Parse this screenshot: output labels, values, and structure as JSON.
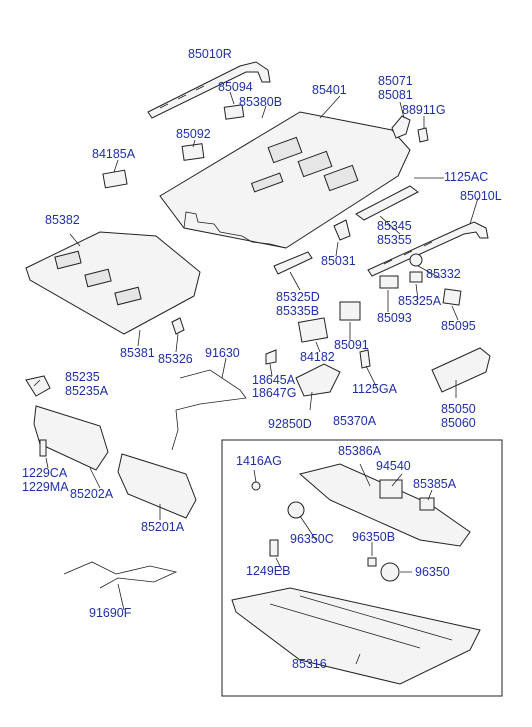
{
  "labels": {
    "l85010R": "85010R",
    "l85094": "85094",
    "l85380B": "85380B",
    "l85401": "85401",
    "l85071": "85071",
    "l85081": "85081",
    "l88911G": "88911G",
    "l84185A": "84185A",
    "l85092": "85092",
    "l1125AC": "1125AC",
    "l85010L": "85010L",
    "l85382": "85382",
    "l85345": "85345",
    "l85355": "85355",
    "l85031": "85031",
    "l85332": "85332",
    "l85325D": "85325D",
    "l85335B": "85335B",
    "l85325A": "85325A",
    "l85093": "85093",
    "l85095": "85095",
    "l85381": "85381",
    "l85326": "85326",
    "l91630": "91630",
    "l84182": "84182",
    "l85091": "85091",
    "l85235": "85235",
    "l85235A": "85235A",
    "l18645A": "18645A",
    "l18647G": "18647G",
    "l1125GA": "1125GA",
    "l85050": "85050",
    "l85060": "85060",
    "l92850D": "92850D",
    "l85370A": "85370A",
    "l1229CA": "1229CA",
    "l1229MA": "1229MA",
    "l85202A": "85202A",
    "l1416AG": "1416AG",
    "l85386A": "85386A",
    "l94540": "94540",
    "l85385A": "85385A",
    "l85201A": "85201A",
    "l96350C": "96350C",
    "l96350B": "96350B",
    "l1249EB": "1249EB",
    "l96350": "96350",
    "l91690F": "91690F",
    "l85316": "85316"
  }
}
